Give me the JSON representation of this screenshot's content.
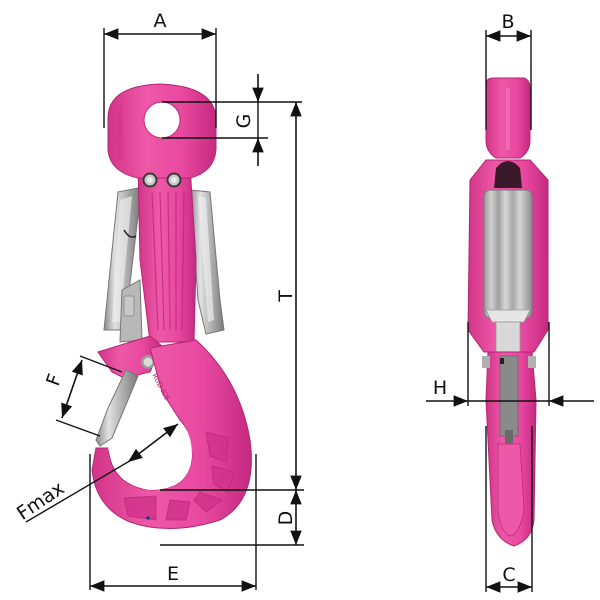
{
  "diagram": {
    "subject": "Safety hook with latch — front and side views",
    "colors": {
      "body": "#e8489f",
      "body_shade": "#c42a80",
      "body_light": "#f27bbd",
      "steel": "#a8a8a8",
      "steel_light": "#d8d8d8",
      "steel_dark": "#6e6e6e",
      "line": "#111111",
      "background": "#ffffff"
    },
    "views": [
      {
        "name": "front-view",
        "description": "Hook with eye, spring latch and cast body"
      },
      {
        "name": "side-view",
        "description": "Narrow profile showing latch spring and hook tip"
      }
    ],
    "dimensions": {
      "A": {
        "label": "A",
        "meaning": "eye width",
        "view": "front"
      },
      "G": {
        "label": "G",
        "meaning": "eye hole diameter",
        "view": "front"
      },
      "T": {
        "label": "T",
        "meaning": "overall length eye to hook bed",
        "view": "front"
      },
      "F": {
        "label": "F",
        "meaning": "latch opening",
        "view": "front"
      },
      "Fmax": {
        "label": "Fmax",
        "meaning": "maximum throat opening",
        "view": "front"
      },
      "D": {
        "label": "D",
        "meaning": "hook bed section depth",
        "view": "front"
      },
      "E": {
        "label": "E",
        "meaning": "hook width",
        "view": "front"
      },
      "B": {
        "label": "B",
        "meaning": "eye thickness",
        "view": "side"
      },
      "H": {
        "label": "H",
        "meaning": "body width",
        "view": "side"
      },
      "C": {
        "label": "C",
        "meaning": "hook thickness",
        "view": "side"
      }
    }
  }
}
